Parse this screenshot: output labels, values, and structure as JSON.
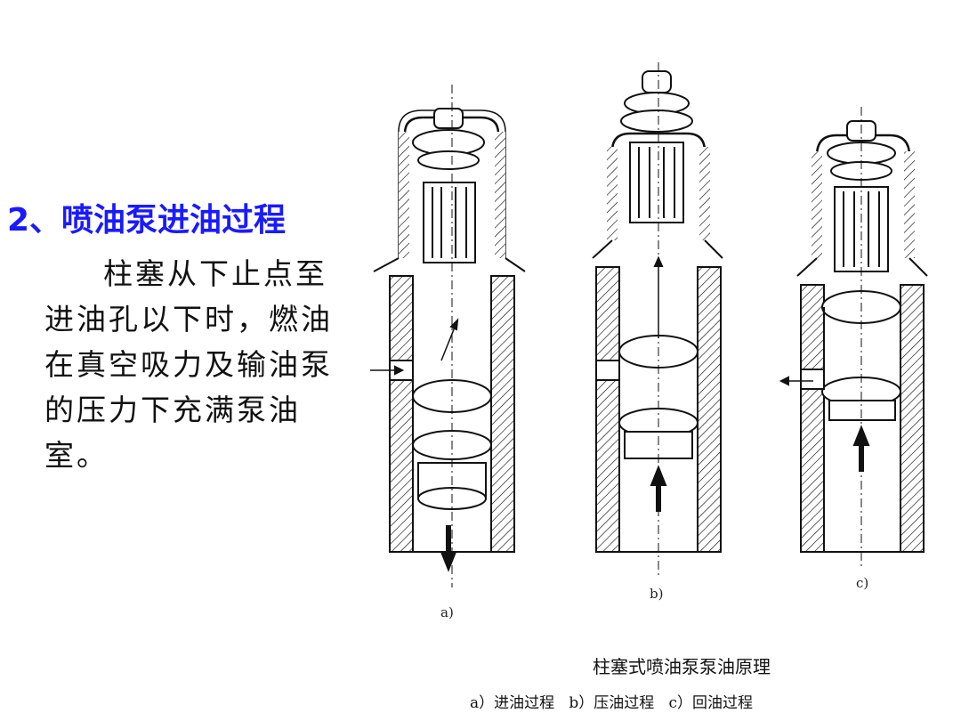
{
  "slide": {
    "title": "2、喷油泵进油过程",
    "body": "柱塞从下止点至进油孔以下时，燃油在真空吸力及输油泵的压力下充满泵油室。"
  },
  "figure": {
    "panels": [
      {
        "label": "a)"
      },
      {
        "label": "b)"
      },
      {
        "label": "c)"
      }
    ],
    "caption": "柱塞式喷油泵泵油原理",
    "subcaption": "a）进油过程   b）压油过程   c）回油过程"
  }
}
